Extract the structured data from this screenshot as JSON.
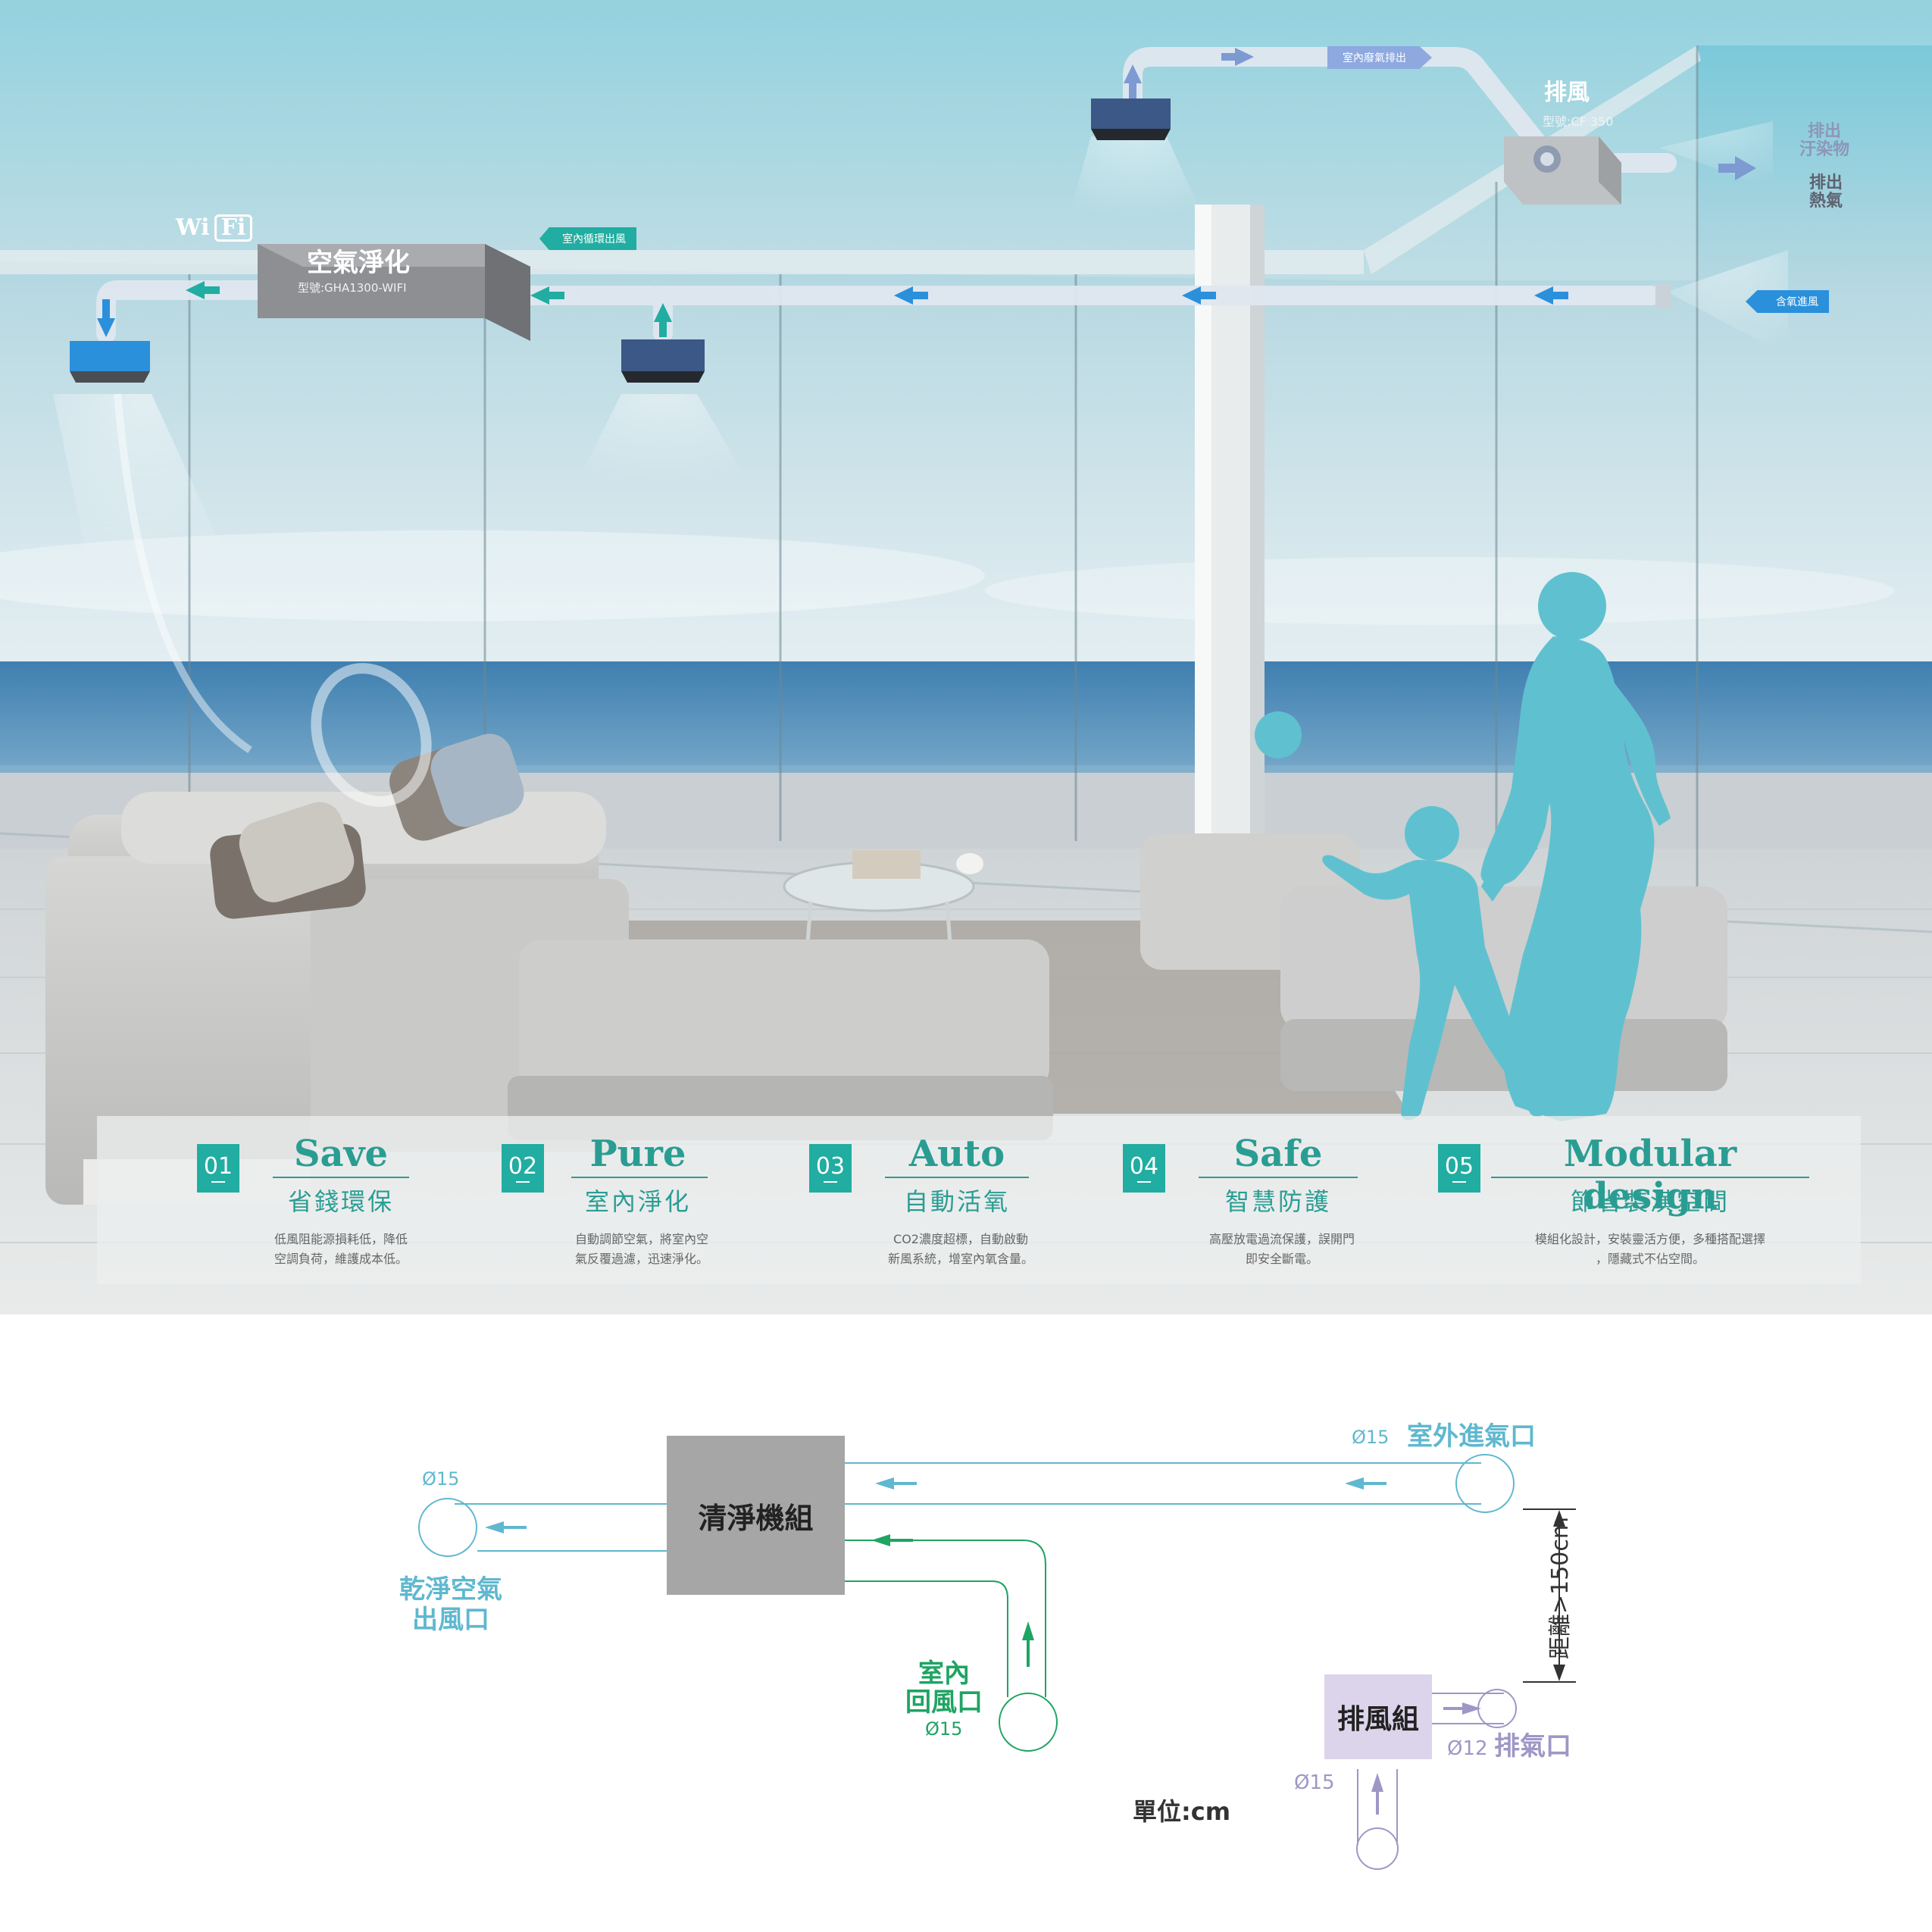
{
  "hero": {
    "wifi": {
      "a": "Wi",
      "b": "Fi"
    },
    "purifier": {
      "title": "空氣淨化",
      "model": "型號:GHA1300-WIFI"
    },
    "exhaust": {
      "title": "排風",
      "model": "型號:CF 350"
    },
    "flow_labels": {
      "indoor_waste_out": "室內廢氣排出",
      "indoor_circulation_out": "室內循環出風",
      "oxygen_in": "含氧進風"
    },
    "outside_labels": {
      "pollutants": [
        "排出",
        "汙染物"
      ],
      "heat": [
        "排出",
        "熱氣"
      ]
    },
    "colors": {
      "sky": "#6fc3d6",
      "teal": "#21ada1",
      "blue": "#2a90dc",
      "duct": "#d9e4ee",
      "silhouette": "#5fc1d0"
    }
  },
  "features": [
    {
      "num": "01",
      "en": "Save",
      "zh": "省錢環保",
      "desc": "低風阻能源損耗低，降低\n空調負荷，維護成本低。"
    },
    {
      "num": "02",
      "en": "Pure",
      "zh": "室內淨化",
      "desc": "自動調節空氣，將室內空\n氣反覆過濾，迅速淨化。"
    },
    {
      "num": "03",
      "en": "Auto",
      "zh": "自動活氧",
      "desc": "CO2濃度超標，自動啟動\n新風系統，增室內氧含量。"
    },
    {
      "num": "04",
      "en": "Safe",
      "zh": "智慧防護",
      "desc": "高壓放電過流保護，誤開門\n即安全斷電。"
    },
    {
      "num": "05",
      "en": "Modular design",
      "zh": "節省裝潢空間",
      "desc": "模組化設計，安裝靈活方便，多種搭配選擇\n，隱藏式不佔空間。"
    }
  ],
  "schematic": {
    "purifier_unit": "清淨機組",
    "exhaust_unit": "排風組",
    "clean_outlet": {
      "dia": "Ø15",
      "label": [
        "乾淨空氣",
        "出風口"
      ]
    },
    "outdoor_inlet": {
      "dia": "Ø15",
      "label": "室外進氣口"
    },
    "indoor_return": {
      "dia": "Ø15",
      "label": [
        "室內",
        "回風口"
      ]
    },
    "exhaust_outlet": {
      "dia": "Ø12",
      "label": "排氣口"
    },
    "exhaust_intake": {
      "dia": "Ø15"
    },
    "distance": "距離>150cm",
    "unit_note": "單位:cm",
    "colors": {
      "clean": "#5fb8cf",
      "return": "#1fa463",
      "exhaust": "#9e97c6",
      "box_gray": "#a6a6a6",
      "box_purple": "#dcd4ea"
    }
  }
}
